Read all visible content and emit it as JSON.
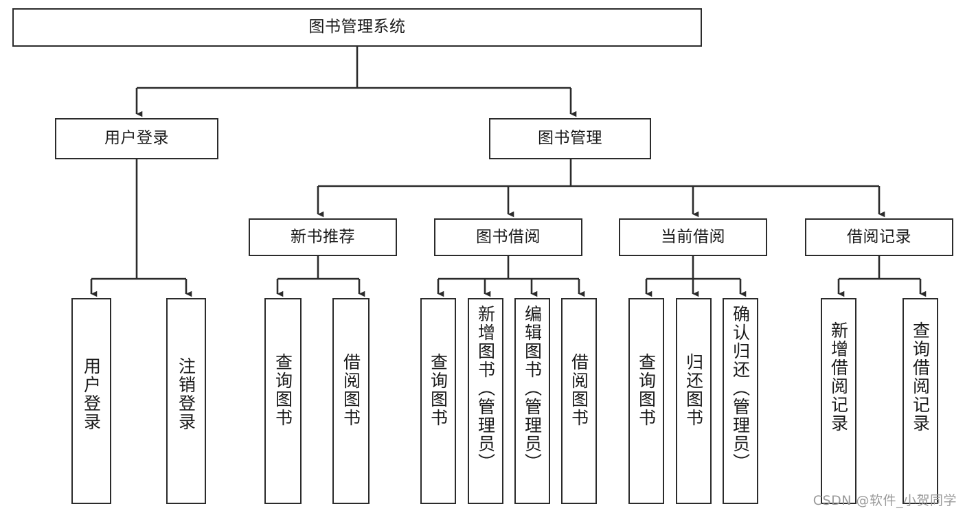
{
  "diagram": {
    "title": "图书管理系统",
    "type": "tree-hierarchy-diagram",
    "theme": {
      "background": "#ffffff",
      "node_fill": "#ffffff",
      "node_stroke": "#2b2b2b",
      "edge_stroke": "#2b2b2b",
      "text_color": "#1a1a1a",
      "watermark_color": "#9a9a9a"
    },
    "nodes": {
      "root": {
        "label": "图书管理系统"
      },
      "level2": [
        {
          "id": "user-login",
          "label": "用户登录"
        },
        {
          "id": "book-management",
          "label": "图书管理"
        }
      ],
      "level3": [
        {
          "id": "new-book-recommend",
          "label": "新书推荐"
        },
        {
          "id": "book-borrow",
          "label": "图书借阅"
        },
        {
          "id": "current-borrow",
          "label": "当前借阅"
        },
        {
          "id": "borrow-record",
          "label": "借阅记录"
        }
      ],
      "leaves": {
        "user_login": [
          {
            "id": "leaf-user-login",
            "label": "用户登录"
          },
          {
            "id": "leaf-logout-login",
            "label": "注销登录"
          }
        ],
        "new_book_recommend": [
          {
            "id": "leaf-query-book-1",
            "label": "查询图书"
          },
          {
            "id": "leaf-borrow-book-1",
            "label": "借阅图书"
          }
        ],
        "book_borrow": [
          {
            "id": "leaf-query-book-2",
            "label": "查询图书"
          },
          {
            "id": "leaf-add-book",
            "label": "新增图书（管理员）"
          },
          {
            "id": "leaf-edit-book",
            "label": "编辑图书（管理员）"
          },
          {
            "id": "leaf-borrow-book-2",
            "label": "借阅图书"
          }
        ],
        "current_borrow": [
          {
            "id": "leaf-query-book-3",
            "label": "查询图书"
          },
          {
            "id": "leaf-return-book",
            "label": "归还图书"
          },
          {
            "id": "leaf-confirm-return",
            "label": "确认归还（管理员）"
          }
        ],
        "borrow_record": [
          {
            "id": "leaf-add-borrow-record",
            "label": "新增借阅记录"
          },
          {
            "id": "leaf-query-borrow-record",
            "label": "查询借阅记录"
          }
        ]
      }
    },
    "watermark": "CSDN @软件_小贺同学"
  }
}
